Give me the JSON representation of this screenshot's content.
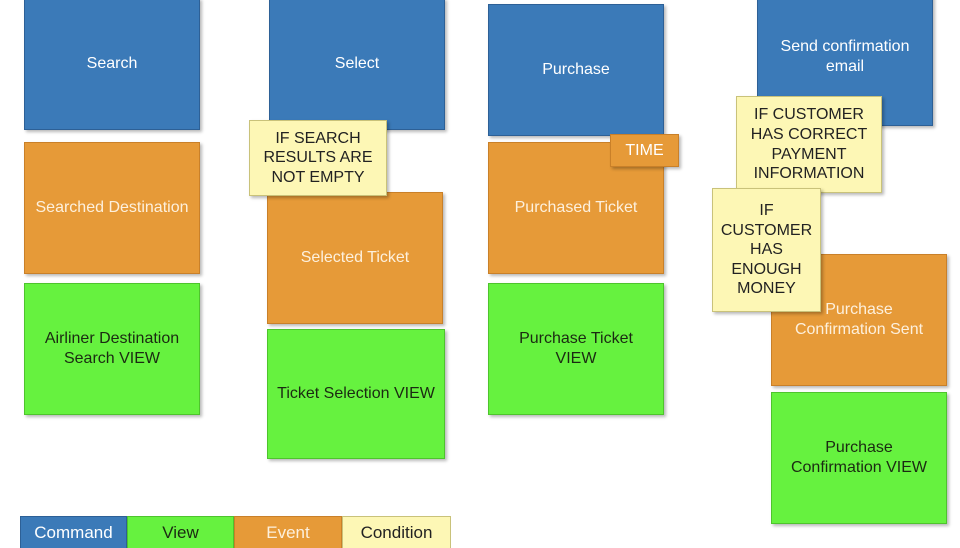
{
  "colors": {
    "command": "#3b7ab8",
    "event": "#e69a38",
    "view": "#66f23f",
    "condition": "#fdf7b5"
  },
  "commands": {
    "search": "Search",
    "select": "Select",
    "purchase": "Purchase",
    "send_confirmation": "Send confirmation\nemail"
  },
  "events": {
    "searched_destination": "Searched Destination",
    "selected_ticket": "Selected Ticket",
    "purchased_ticket": "Purchased Ticket",
    "time": "TIME",
    "confirmation_sent": "Purchase\nConfirmation Sent"
  },
  "views": {
    "airliner_search": "Airliner Destination\nSearch VIEW",
    "ticket_selection": "Ticket Selection VIEW",
    "purchase_ticket": "Purchase Ticket\nVIEW",
    "purchase_confirmation": "Purchase\nConfirmation VIEW"
  },
  "conditions": {
    "search_not_empty": "IF SEARCH\nRESULTS ARE\nNOT EMPTY",
    "correct_payment": "IF CUSTOMER\nHAS CORRECT\nPAYMENT\nINFORMATION",
    "enough_money": "IF\nCUSTOMER\nHAS\nENOUGH\nMONEY"
  },
  "legend": {
    "command": "Command",
    "view": "View",
    "event": "Event",
    "condition": "Condition"
  }
}
